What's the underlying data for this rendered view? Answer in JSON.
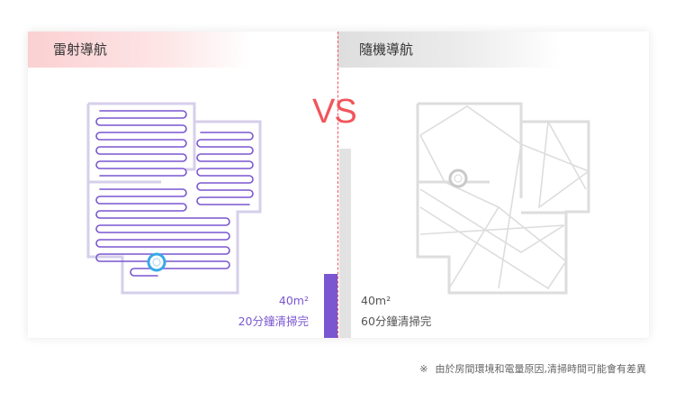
{
  "left_panel": {
    "title": "雷射導航",
    "area": "40m²",
    "time": "20分鐘清掃完",
    "accent_color": "#7a57d1"
  },
  "right_panel": {
    "title": "隨機導航",
    "area": "40m²",
    "time": "60分鐘清掃完",
    "accent_color": "#e2e2e2"
  },
  "vs_label": "VS",
  "footnote": {
    "mark": "※",
    "text": "由於房間環境和電量原因,清掃時間可能會有差異"
  },
  "icons": [
    "robot-vacuum-icon",
    "robot-vacuum-icon"
  ]
}
